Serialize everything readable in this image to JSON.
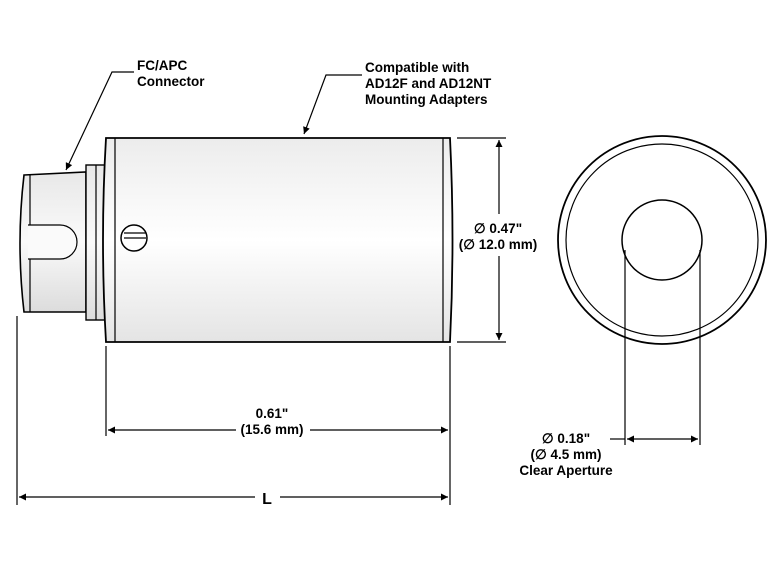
{
  "labels": {
    "connector_line1": "FC/APC",
    "connector_line2": "Connector",
    "compat_line1": "Compatible with",
    "compat_line2": "AD12F and AD12NT",
    "compat_line3": "Mounting Adapters",
    "diameter_in": "∅ 0.47\"",
    "diameter_mm": "(∅ 12.0 mm)",
    "length_in": "0.61\"",
    "length_mm": "(15.6 mm)",
    "total_length": "L",
    "aperture_in": "∅ 0.18\"",
    "aperture_mm": "(∅ 4.5 mm)",
    "aperture_name": "Clear Aperture"
  },
  "colors": {
    "line": "#000000",
    "background": "#ffffff"
  }
}
